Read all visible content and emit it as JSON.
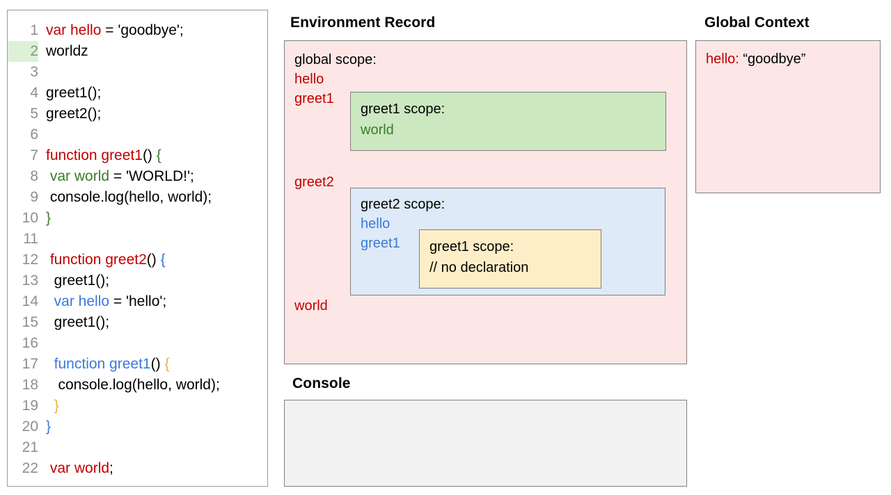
{
  "editor": {
    "lines": [
      {
        "num": "1",
        "highlight": false,
        "tokens": [
          {
            "t": "var hello",
            "c": "red"
          },
          {
            "t": " = 'goodbye';",
            "c": "black"
          }
        ]
      },
      {
        "num": "2",
        "highlight": true,
        "tokens": [
          {
            "t": "worldz",
            "c": "black"
          }
        ]
      },
      {
        "num": "3",
        "highlight": false,
        "tokens": []
      },
      {
        "num": "4",
        "highlight": false,
        "tokens": [
          {
            "t": "greet1();",
            "c": "black"
          }
        ]
      },
      {
        "num": "5",
        "highlight": false,
        "tokens": [
          {
            "t": "greet2();",
            "c": "black"
          }
        ]
      },
      {
        "num": "6",
        "highlight": false,
        "tokens": []
      },
      {
        "num": "7",
        "highlight": false,
        "tokens": [
          {
            "t": "function greet1",
            "c": "red"
          },
          {
            "t": "() ",
            "c": "black"
          },
          {
            "t": "{",
            "c": "green"
          }
        ]
      },
      {
        "num": "8",
        "highlight": false,
        "tokens": [
          {
            "t": " ",
            "c": "black"
          },
          {
            "t": "var world",
            "c": "green"
          },
          {
            "t": " = 'WORLD!';",
            "c": "black"
          }
        ]
      },
      {
        "num": "9",
        "highlight": false,
        "tokens": [
          {
            "t": " console.log(hello, world);",
            "c": "black"
          }
        ]
      },
      {
        "num": "10",
        "highlight": false,
        "tokens": [
          {
            "t": "}",
            "c": "green"
          }
        ]
      },
      {
        "num": "11",
        "highlight": false,
        "tokens": []
      },
      {
        "num": "12",
        "highlight": false,
        "tokens": [
          {
            "t": " ",
            "c": "black"
          },
          {
            "t": "function greet2",
            "c": "red"
          },
          {
            "t": "() ",
            "c": "black"
          },
          {
            "t": "{",
            "c": "blue"
          }
        ]
      },
      {
        "num": "13",
        "highlight": false,
        "tokens": [
          {
            "t": "  greet1();",
            "c": "black"
          }
        ]
      },
      {
        "num": "14",
        "highlight": false,
        "tokens": [
          {
            "t": "  ",
            "c": "black"
          },
          {
            "t": "var hello",
            "c": "blue"
          },
          {
            "t": " = 'hello';",
            "c": "black"
          }
        ]
      },
      {
        "num": "15",
        "highlight": false,
        "tokens": [
          {
            "t": "  greet1();",
            "c": "black"
          }
        ]
      },
      {
        "num": "16",
        "highlight": false,
        "tokens": []
      },
      {
        "num": "17",
        "highlight": false,
        "tokens": [
          {
            "t": "  ",
            "c": "black"
          },
          {
            "t": "function greet1",
            "c": "blue"
          },
          {
            "t": "() ",
            "c": "black"
          },
          {
            "t": "{",
            "c": "orange"
          }
        ]
      },
      {
        "num": "18",
        "highlight": false,
        "tokens": [
          {
            "t": "   console.log(hello, world);",
            "c": "black"
          }
        ]
      },
      {
        "num": "19",
        "highlight": false,
        "tokens": [
          {
            "t": "  ",
            "c": "black"
          },
          {
            "t": "}",
            "c": "orange"
          }
        ]
      },
      {
        "num": "20",
        "highlight": false,
        "tokens": [
          {
            "t": "}",
            "c": "blue"
          }
        ]
      },
      {
        "num": "21",
        "highlight": false,
        "tokens": []
      },
      {
        "num": "22",
        "highlight": false,
        "tokens": [
          {
            "t": " ",
            "c": "black"
          },
          {
            "t": "var world",
            "c": "red"
          },
          {
            "t": ";",
            "c": "black"
          }
        ]
      }
    ]
  },
  "environment_record": {
    "title": "Environment Record",
    "global_scope_label": "global scope:",
    "global_bindings": [
      "hello",
      "greet1",
      "greet2",
      "world"
    ],
    "greet1_scope": {
      "title": "greet1 scope:",
      "bindings": [
        "world"
      ]
    },
    "greet2_scope": {
      "title": "greet2 scope:",
      "bindings": [
        "hello",
        "greet1"
      ],
      "greet1_inner_scope": {
        "title": "greet1 scope:",
        "note": "// no declaration"
      }
    }
  },
  "global_context": {
    "title": "Global Context",
    "entries": [
      {
        "key": "hello:",
        "value": " “goodbye”"
      }
    ]
  },
  "console": {
    "title": "Console",
    "output": ""
  },
  "colors": {
    "pink": "#fce7e6",
    "green": "#cbe8c0",
    "blue": "#deeaf8",
    "yellow": "#fdeec7",
    "console_bg": "#f2f2f2",
    "border": "#7f7f7f",
    "token_red": "#c00000",
    "token_green": "#3d7a2c",
    "token_blue": "#3b78d8",
    "token_orange": "#e8b44c",
    "line_highlight": "#dff0d8"
  }
}
